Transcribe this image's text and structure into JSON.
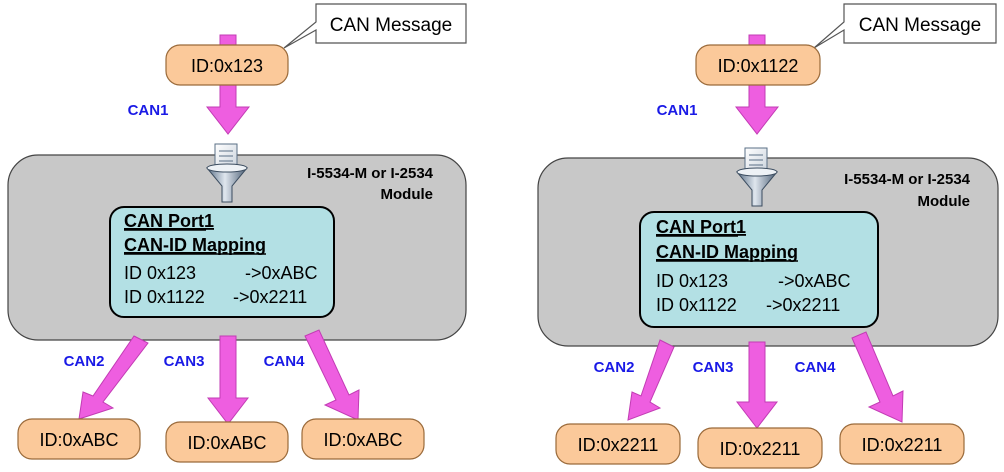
{
  "panels": [
    {
      "callout": "CAN Message",
      "input_id": "ID:0x123",
      "input_port": "CAN1",
      "module_line1": "I-5534-M or I-2534",
      "module_line2": "Module",
      "mapping": {
        "title1": "CAN Port1",
        "title2": "CAN-ID Mapping",
        "row1_id": "ID 0x123",
        "row1_target": "->0xABC",
        "row2_id": "ID 0x1122",
        "row2_target": "->0x2211"
      },
      "outputs": [
        {
          "port": "CAN2",
          "id": "ID:0xABC"
        },
        {
          "port": "CAN3",
          "id": "ID:0xABC"
        },
        {
          "port": "CAN4",
          "id": "ID:0xABC"
        }
      ]
    },
    {
      "callout": "CAN Message",
      "input_id": "ID:0x1122",
      "input_port": "CAN1",
      "module_line1": "I-5534-M or I-2534",
      "module_line2": "Module",
      "mapping": {
        "title1": "CAN Port1",
        "title2": "CAN-ID Mapping",
        "row1_id": "ID 0x123",
        "row1_target": "->0xABC",
        "row2_id": "ID 0x1122",
        "row2_target": "->0x2211"
      },
      "outputs": [
        {
          "port": "CAN2",
          "id": "ID:0x2211"
        },
        {
          "port": "CAN3",
          "id": "ID:0x2211"
        },
        {
          "port": "CAN4",
          "id": "ID:0x2211"
        }
      ]
    }
  ],
  "colors": {
    "arrow": "#ee5ee0",
    "arrow_stroke": "#c23cb4",
    "message_fill": "#fbc99a",
    "message_stroke": "#9a6a3a",
    "module_fill": "#c8c8c8",
    "mapping_fill": "#b3e0e4",
    "port_label": "#1a1ae6"
  }
}
